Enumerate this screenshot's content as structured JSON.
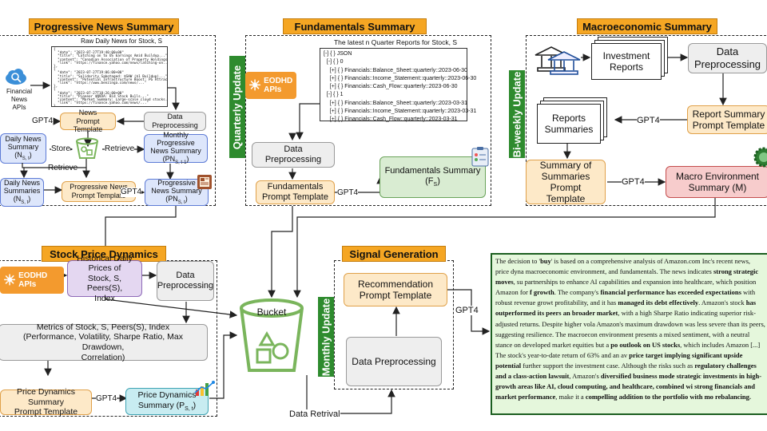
{
  "sections": {
    "news": "Progressive  News Summary",
    "fundamentals": "Fundamentals Summary",
    "macro": "Macroeconomic Summary",
    "price": "Stock Price Dynamics",
    "signal": "Signal Generation"
  },
  "vertical_labels": {
    "quarterly": "Quarterly Update",
    "biweekly": "Bi-weekly Update",
    "monthly": "Monthly Update"
  },
  "news": {
    "raw_title": "Raw Daily News for Stock, S",
    "api_label": "Financial News\nAPIs",
    "data_preprocessing": "Data\nPreprocessing",
    "news_prompt": "News\nPrompt Template",
    "daily_summary": "Daily News\nSummary\n(N",
    "daily_summary_sub": "S, t",
    "monthly_summary": "Monthly Progressive\nNews Summary\n(PN",
    "monthly_summary_sub": "S, t-1",
    "daily_summaries": "Daily News\nSummaries\n(N",
    "daily_summaries_sub": "S, t",
    "progressive_prompt": "Progressive News\nPrompt Template",
    "progressive_summary": "Progressive\nNews Summary\n(PN",
    "progressive_summary_sub": "S, t",
    "gpt4": "GPT4",
    "store": "Store",
    "retrieve": "Retrieve"
  },
  "news_code_lines": [
    "{",
    "  \"date\": \"2023-07-27T19:40:00+00\"",
    "  \"title\": \"Latching on to US Earnings Amid Buildup...\"",
    "  \"content\": \"Canadian Association of Property Holdings...\"",
    "  \"link\": \"https://finance.yahoo.com/news/latching-on...\"",
    "},",
    "{",
    "  \"date\": \"2023-07-27T19:06:00+00\"",
    "  \"title\": \"Solidarity Sabotaged: $SHW ($1 Buildup)...\"",
    "  \"content\": \"Potential Infrastructure Boost: PG Attracted...\"",
    "  \"link\": \"https://www.benzinga.com/news/...\"",
    "},",
    "{",
    "  \"date\": \"2023-07-27T18:26:00+00\"",
    "  \"title\": \"Pioneer $NVDA: Bid Stock Bulls...\"",
    "  \"content\": \"Market Summary: Large-scale cloud stocks...\"",
    "  \"link\": \"https://finance.yahoo.com/news/...\"",
    "}"
  ],
  "eodhd": "EODHD\nAPIs",
  "fundamentals": {
    "reports_title": "The latest n Quarter Reports for Stock, S",
    "data_preprocessing": "Data\nPreprocessing",
    "prompt": "Fundamentals\nPrompt Template",
    "summary": "Fundamentals Summary\n(F",
    "summary_sub": "S",
    "gpt4": "GPT4"
  },
  "json_tree": [
    "[-] { } JSON",
    "  [-] { } 0",
    "    [+] { } Financials::Balance_Sheet::quarterly::2023-06-30",
    "    [+] { } Financials::Income_Statement::quarterly::2023-06-30",
    "    [+] { } Financials::Cash_Flow::quarterly::2023-06-30",
    "  [-] { } 1",
    "    [+] { } Financials::Balance_Sheet::quarterly::2023-03-31",
    "    [+] { } Financials::Income_Statement::quarterly::2023-03-31",
    "    [+] { } Financials::Cash_Flow::quarterly::2023-03-31"
  ],
  "macro": {
    "investment_reports": "Investment\nReports",
    "data_preprocessing": "Data\nPreprocessing",
    "report_prompt": "Report Summary\nPrompt Template",
    "reports_summaries": "Reports\nSummaries",
    "summary_of_summaries": "Summary of\nSummaries\nPrompt Template",
    "macro_summary": "Macro Environment\nSummary (M)",
    "gpt4_a": "GPT4",
    "gpt4_b": "GPT4"
  },
  "price": {
    "historical": "Historical Daily\nPrices of\nStock, S, Peers(S),\nIndex",
    "data_preprocessing": "Data\nPreprocessing",
    "metrics": "Metrics of  Stock, S, Peers(S), Index\n(Performance, Volatility, Sharpe Ratio, Max Drawdown,\nCorrelation)",
    "prompt": "Price Dynamics Summary\nPrompt Template",
    "summary": "Price Dynamics\nSummary (P",
    "summary_sub": "S, t",
    "gpt4": "GPT4"
  },
  "bucket_label": "Bucket",
  "signal": {
    "recommendation": "Recommendation\nPrompt Template",
    "data_preprocessing": "Data Preprocessing",
    "gpt4": "GPT4",
    "data_retrival": "Data Retrival"
  },
  "output_html": "The decision to '<b>buy</b>' is based on a comprehensive analysis of Amazon.com Inc's recent news, price dyna macroeconomic environment, and fundamentals. The news indicates <b>strong strategic moves</b>, su partnerships to enhance AI capabilities and expansion into healthcare, which position Amazon for <b>f growth</b>. The company's <b>financial performance has exceeded expectations</b> with robust revenue growt profitability, and it has <b>managed its debt effectively</b>. Amazon's stock <b>has outperformed its peers an broader market</b>, with a high Sharpe Ratio indicating superior risk-adjusted returns. Despite higher vola Amazon's maximum drawdown was less severe than its peers, suggesting resilience. The macroecon environment presents a mixed sentiment, with a neutral stance on developed market equities but a <b>po outlook on US stocks</b>, which includes Amazon [...] The stock's year-to-date return of 63% and an av <b>price target implying significant upside potential</b> further support the investment case. Although the risks such as <b>regulatory challenges and a class-action lawsuit</b>, Amazon's <b>diversified business mode strategic investments in high-growth areas like AI, cloud computing, and healthcare, combined wi strong financials and market performance</b>, make it a <b>compelling addition to the portfolio with mo rebalancing.</b>"
}
